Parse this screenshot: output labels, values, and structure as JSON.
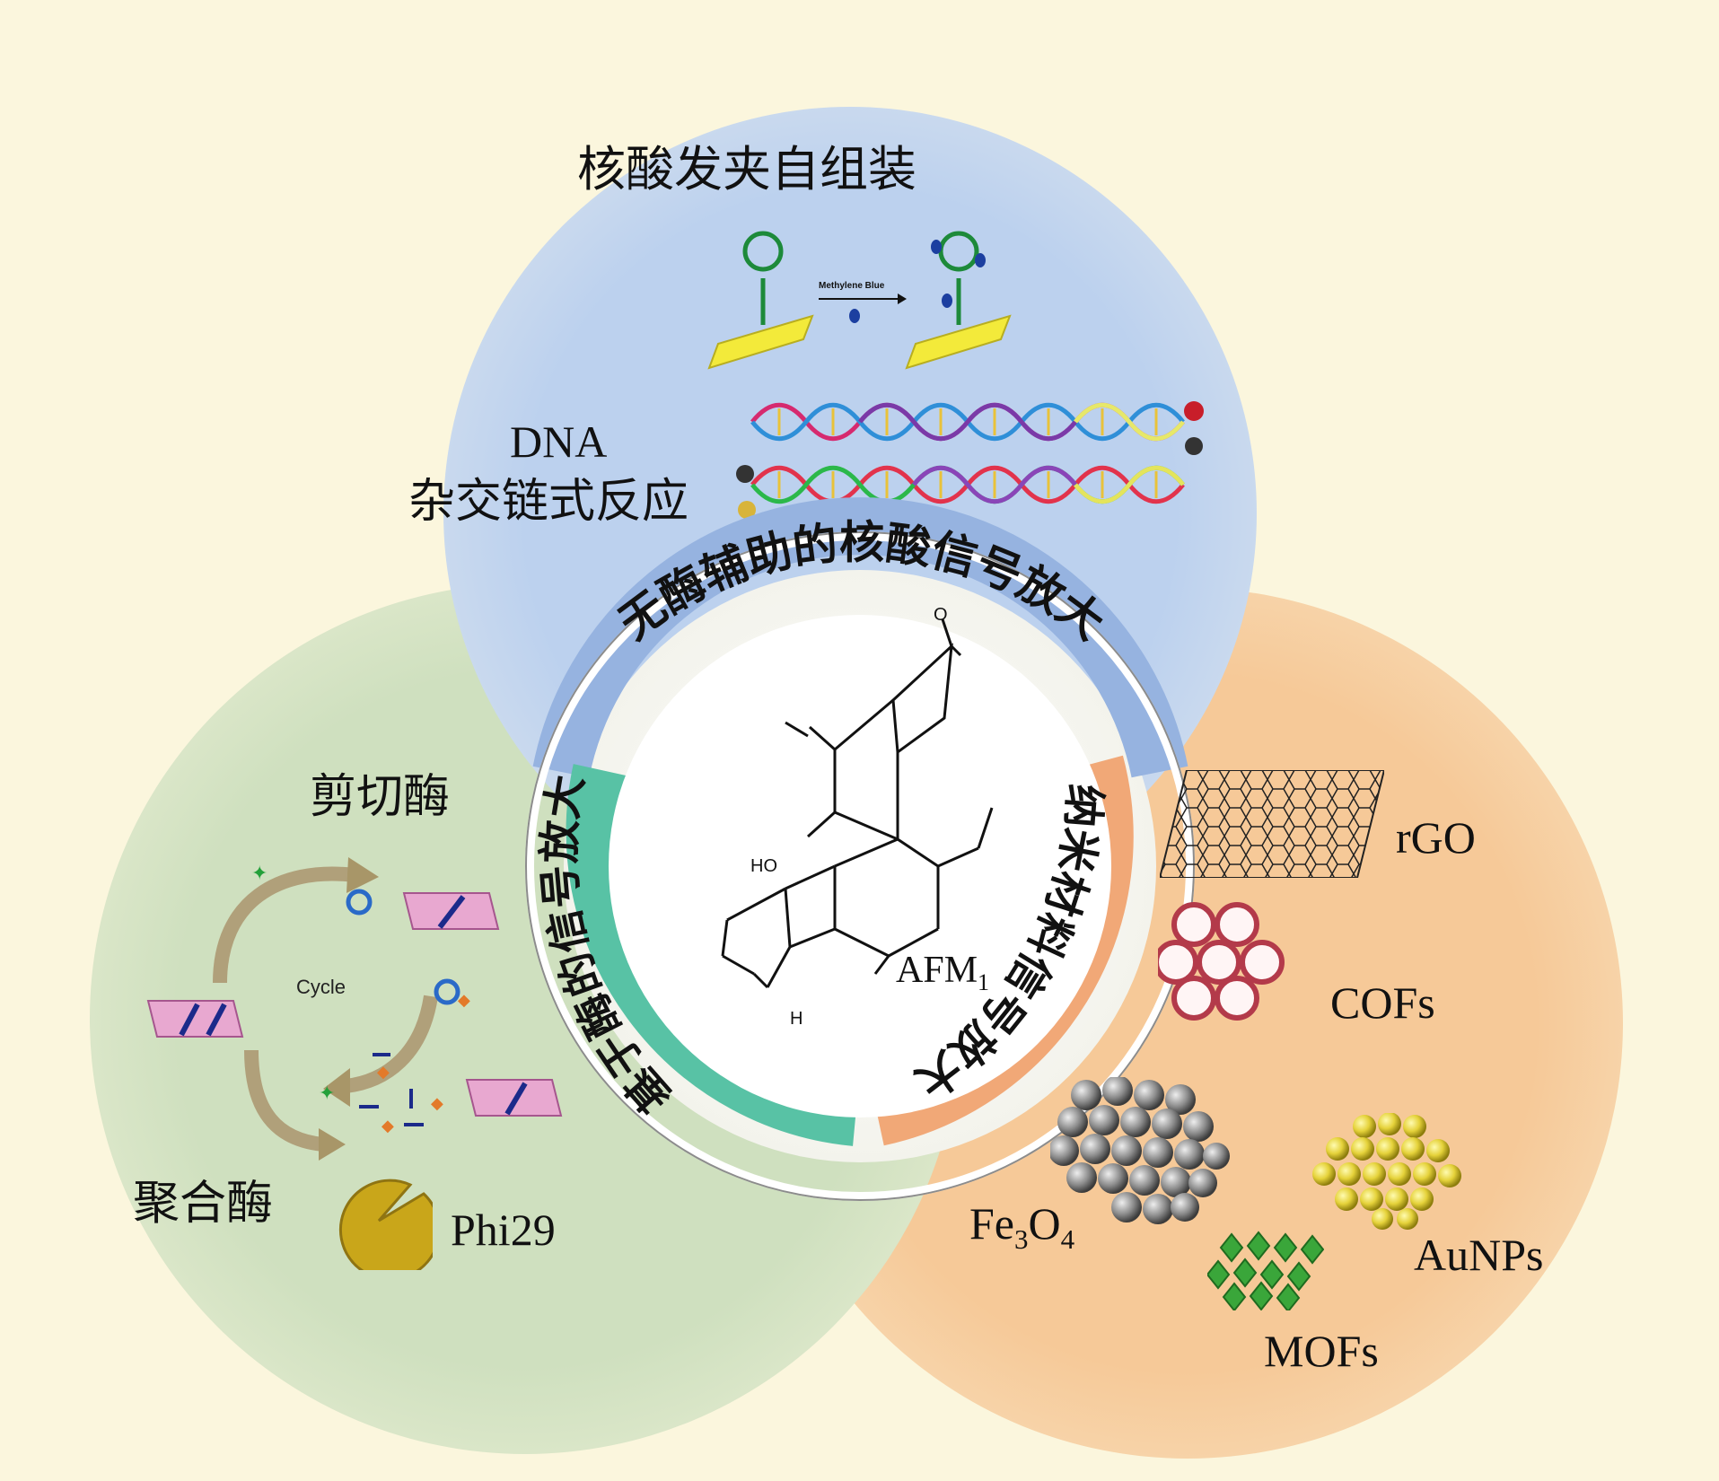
{
  "circles": {
    "top": {
      "title": "核酸发夹自组装",
      "reagent_label": "Methylene Blue",
      "section2_line1": "DNA",
      "section2_line2": "杂交链式反应",
      "color": "#bcd1ee"
    },
    "left": {
      "title": "剪切酶",
      "cycle_label": "Cycle",
      "polymerase_label": "聚合酶",
      "phi29_label": "Phi29",
      "color": "#cfe0bf"
    },
    "right": {
      "rgo_label": "rGO",
      "cofs_label": "COFs",
      "fe_main": "Fe",
      "fe_sub1": "3",
      "fe_o": "O",
      "fe_sub2": "4",
      "aunps_label": "AuNPs",
      "mofs_label": "MOFs",
      "color": "#f6c998"
    }
  },
  "center": {
    "ring_top": "无酶辅助的核酸信号放大",
    "ring_right": "纳米材料信号放大",
    "ring_left": "基于酶的信号放大",
    "molecule_main": "AFM",
    "molecule_sub": "1",
    "atom_ho": "HO",
    "atom_h": "H",
    "atom_o": "O"
  }
}
